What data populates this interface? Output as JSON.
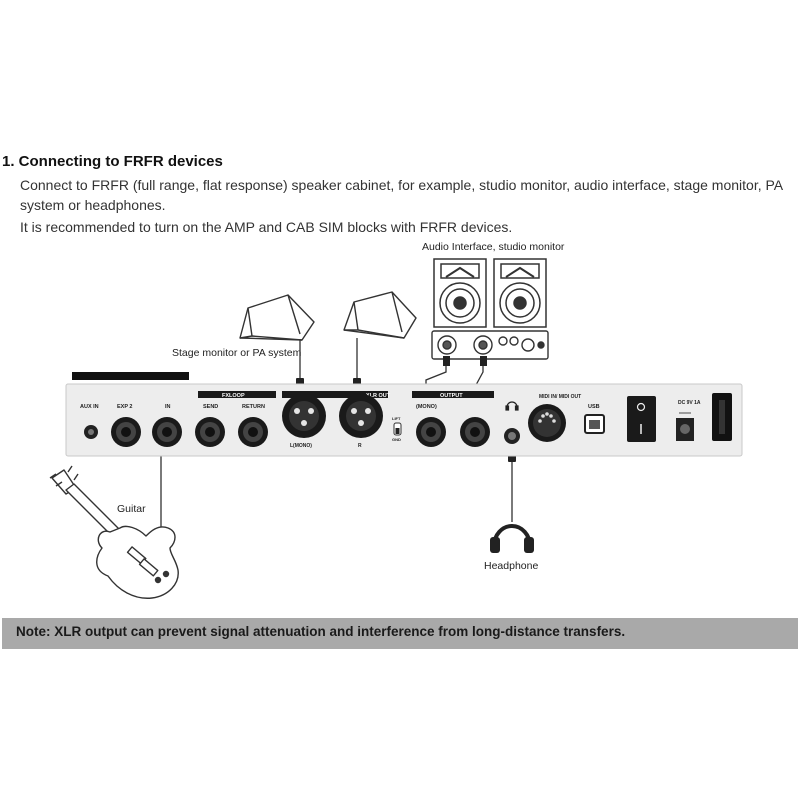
{
  "heading": "1. Connecting to FRFR devices",
  "paragraph1": "Connect to FRFR (full range, flat response) speaker cabinet, for example, studio monitor, audio interface, stage monitor, PA system or headphones.",
  "paragraph2": "It is recommended to turn on the AMP and CAB SIM blocks with FRFR devices.",
  "labels": {
    "audio_interface": "Audio Interface, studio monitor",
    "stage_monitor": "Stage monitor or PA system",
    "guitar": "Guitar",
    "headphone": "Headphone"
  },
  "panel": {
    "aux_in": "AUX IN",
    "exp2": "EXP 2",
    "in": "IN",
    "fx_loop": "FXLOOP",
    "send": "SEND",
    "return": "RETURN",
    "xlr_out": "XLR OUT",
    "l_mono": "L(MONO)",
    "r": "R",
    "lift": "LIFT",
    "gnd": "GND",
    "output": "OUTPUT",
    "output_l": "(MONO)",
    "midi": "MIDI IN/ MIDI OUT",
    "usb": "USB",
    "dc": "DC 9V 1A"
  },
  "note": "Note: XLR output can prevent signal attenuation and interference from long-distance transfers."
}
